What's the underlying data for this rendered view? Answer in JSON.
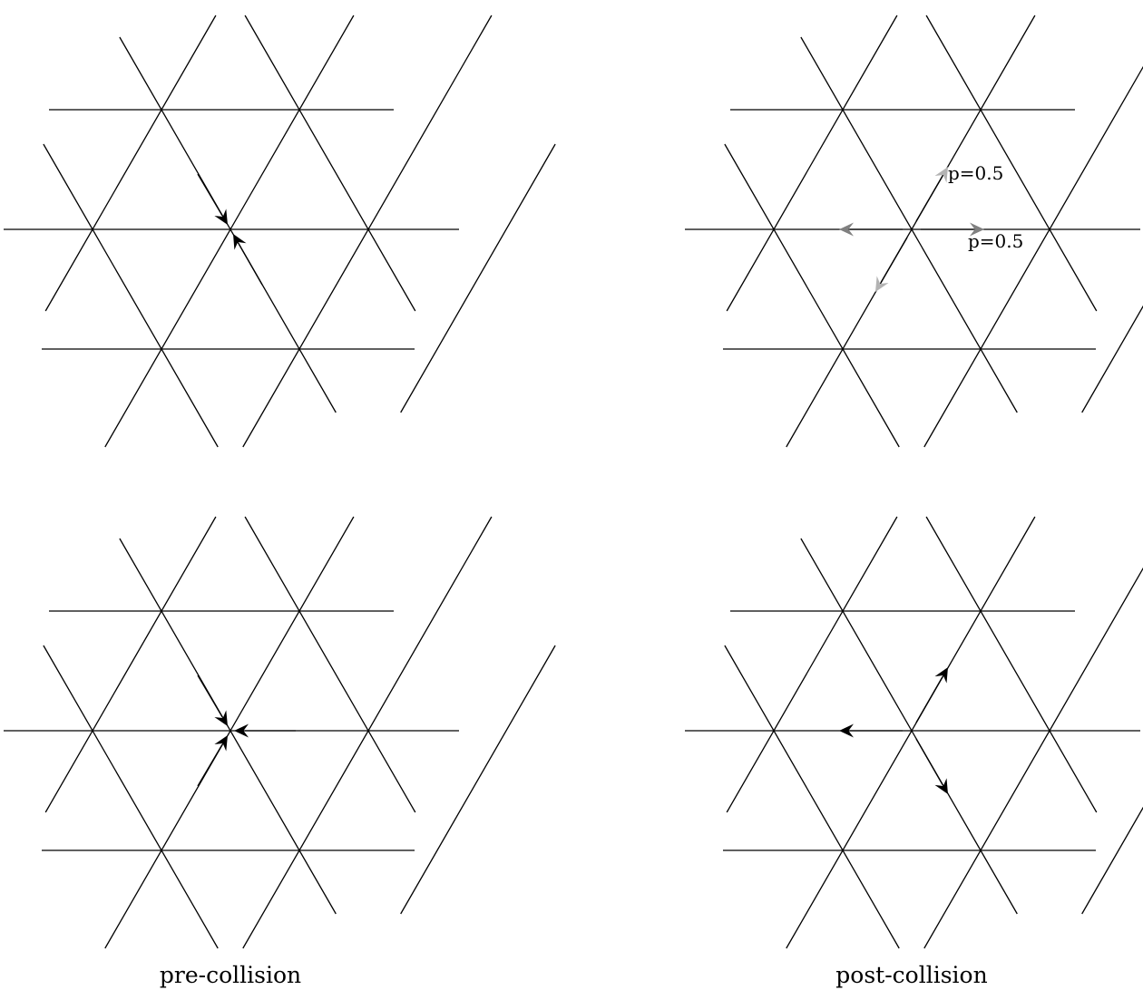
{
  "captions": {
    "left": "pre-collision",
    "right": "post-collision"
  },
  "probability_labels": {
    "diagonal": "p=0.5",
    "horizontal": "p=0.5"
  },
  "colors": {
    "lattice": "#000000",
    "arrow": "#000000",
    "light_gray": "#b3b3b3",
    "dark_gray": "#808080"
  },
  "panels": [
    {
      "name": "top-left",
      "description_only": true
    },
    {
      "name": "top-right",
      "description_only": true
    },
    {
      "name": "bottom-left",
      "description_only": true
    },
    {
      "name": "bottom-right",
      "description_only": true
    }
  ]
}
